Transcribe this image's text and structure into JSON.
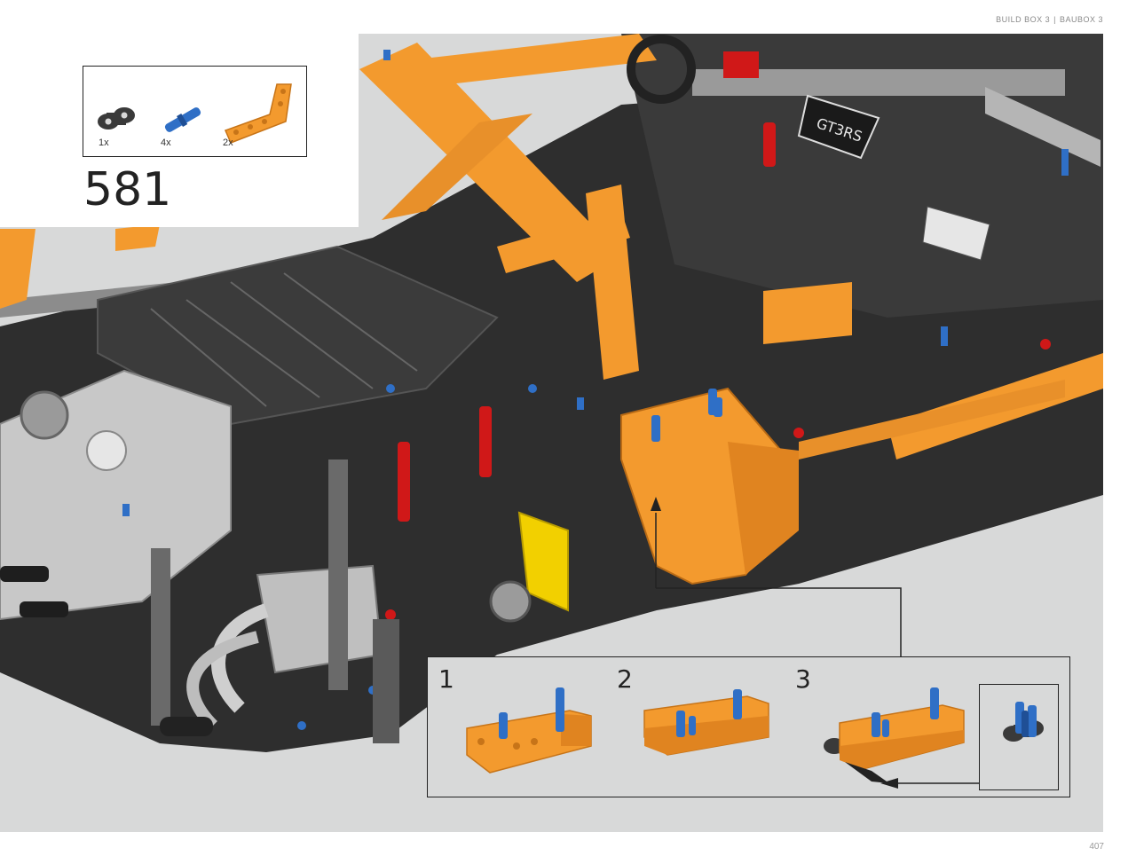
{
  "header": {
    "box_en": "BUILD BOX 3",
    "separator": "|",
    "box_de": "BAUBOX 3"
  },
  "page_number": "407",
  "step": {
    "number": "581"
  },
  "parts": [
    {
      "name": "black-connector",
      "qty": "1x",
      "color": "#3a3a3a"
    },
    {
      "name": "blue-pin",
      "qty": "4x",
      "color": "#2f6fc6"
    },
    {
      "name": "orange-l-beam",
      "qty": "2x",
      "color": "#f39a2e"
    }
  ],
  "substeps": [
    {
      "label": "1"
    },
    {
      "label": "2"
    },
    {
      "label": "3"
    }
  ],
  "colors": {
    "background": "#d8d9d9",
    "orange": "#f39a2e",
    "dark": "#2e2e2e",
    "blue": "#2f6fc6",
    "red": "#d01818",
    "yellow": "#f2d000"
  }
}
